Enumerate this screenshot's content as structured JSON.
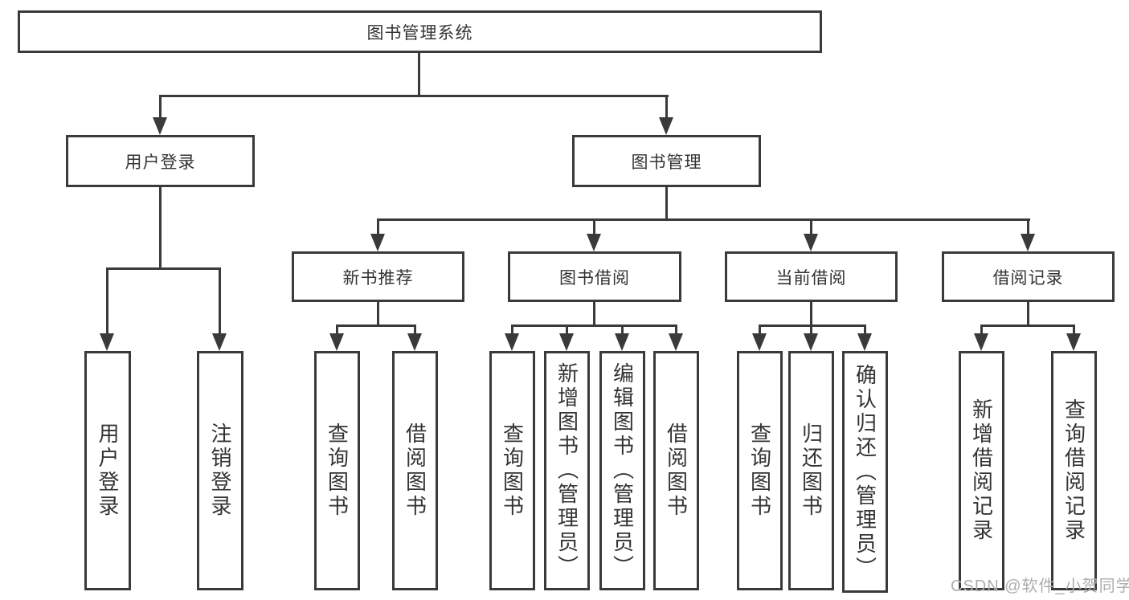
{
  "diagram": {
    "title": "图书管理系统",
    "root": {
      "label": "图书管理系统"
    },
    "level2": [
      {
        "id": "user-login",
        "label": "用户登录"
      },
      {
        "id": "book-management",
        "label": "图书管理"
      }
    ],
    "level3": [
      {
        "id": "new-book-recommend",
        "label": "新书推荐",
        "parent": "book-management"
      },
      {
        "id": "book-borrow",
        "label": "图书借阅",
        "parent": "book-management"
      },
      {
        "id": "current-borrow",
        "label": "当前借阅",
        "parent": "book-management"
      },
      {
        "id": "borrow-records",
        "label": "借阅记录",
        "parent": "book-management"
      }
    ],
    "leaves": {
      "user_login": [
        "用户登录",
        "注销登录"
      ],
      "new_book": [
        "查询图书",
        "借阅图书"
      ],
      "book_borrow": [
        "查询图书",
        "新增图书（管理员）",
        "编辑图书（管理员）",
        "借阅图书"
      ],
      "current_borrow": [
        "查询图书",
        "归还图书",
        "确认归还（管理员）"
      ],
      "borrow_records": [
        "新增借阅记录",
        "查询借阅记录"
      ]
    }
  },
  "watermark": "CSDN @软件_小贺同学",
  "colors": {
    "line": "#3a3a3a",
    "text": "#333333",
    "background": "#ffffff",
    "watermark": "#adadad"
  }
}
